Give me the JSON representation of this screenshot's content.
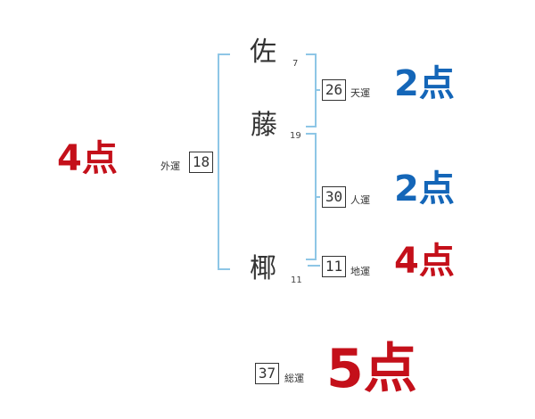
{
  "name_chars": [
    {
      "char": "佐",
      "strokes": "7"
    },
    {
      "char": "藤",
      "strokes": "19"
    },
    {
      "char": "椰",
      "strokes": "11"
    }
  ],
  "fortunes": {
    "tenkaku": {
      "value": "26",
      "label": "天運",
      "score": "2点",
      "color": "#1466b8"
    },
    "jinkaku": {
      "value": "30",
      "label": "人運",
      "score": "2点",
      "color": "#1466b8"
    },
    "chikaku": {
      "value": "11",
      "label": "地運",
      "score": "4点",
      "color": "#c4101a"
    },
    "gaikaku": {
      "value": "18",
      "label": "外運",
      "score": "4点",
      "color": "#c4101a"
    },
    "soukaku": {
      "value": "37",
      "label": "総運",
      "score": "5点",
      "color": "#c4101a"
    }
  },
  "colors": {
    "bracket": "#8ec6e6",
    "good": "#c4101a",
    "neutral": "#1466b8"
  }
}
